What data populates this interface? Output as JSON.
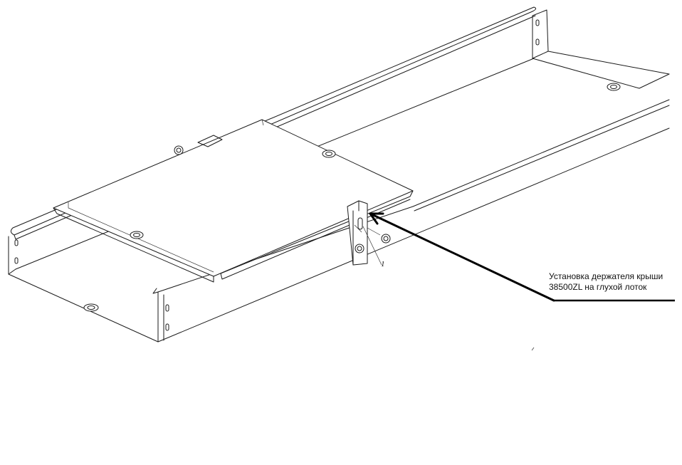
{
  "annotation": {
    "caption_line1": "Установка держателя крыши",
    "caption_line2": "38500ZL на глухой лоток",
    "callout_number": "1"
  },
  "colors": {
    "line": "#1a1a1a",
    "arrow": "#000000",
    "background": "#ffffff"
  }
}
